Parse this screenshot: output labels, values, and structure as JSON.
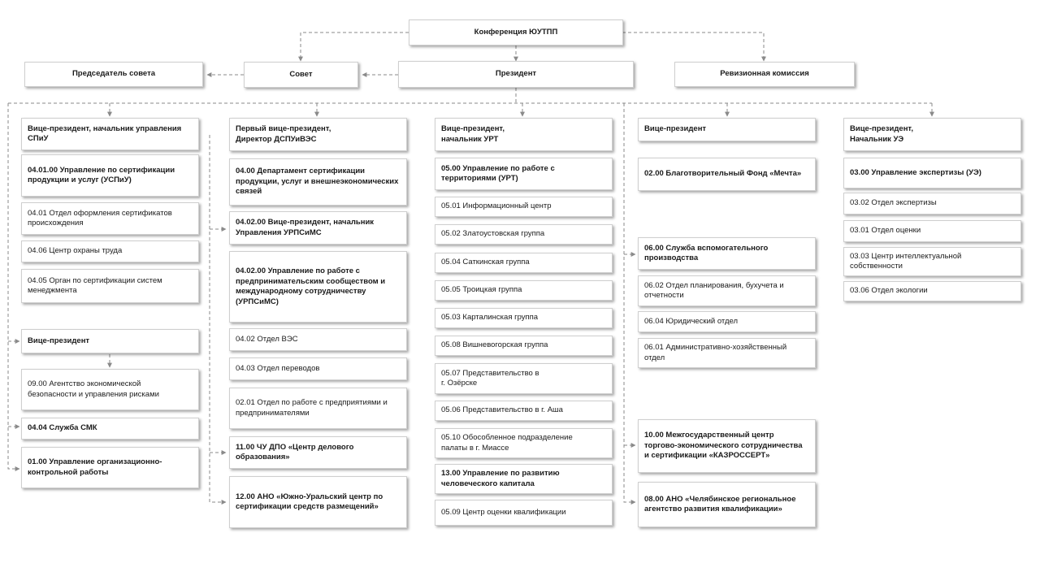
{
  "colors": {
    "line": "#8a8a8a",
    "box_border": "#cfcfcf",
    "text": "#1a1a1a"
  },
  "top": {
    "conference": "Конференция ЮУТПП",
    "chairman": "Председатель совета",
    "council": "Совет",
    "president": "Президент",
    "audit": "Ревизионная комиссия"
  },
  "col1": {
    "head": "Вице-президент, начальник управления\nСПиУ",
    "items": [
      "04.01.00 Управление по сертификации\nпродукции и услуг (УСПиУ)",
      "04.01 Отдел оформления сертификатов\nпроисхождения",
      "04.06 Центр охраны труда",
      "04.05 Орган по сертификации систем\nменеджмента"
    ],
    "vp2": "Вице-президент",
    "vp2_items": [
      "09.00 Агентство экономической\nбезопасности и управления рисками"
    ],
    "smk": "04.04 Служба СМК",
    "okr": "01.00 Управление организационно-\nконтрольной работы"
  },
  "col2": {
    "head": "Первый вице-президент,\nДиректор ДСПУиВЭС",
    "items": [
      "04.00 Департамент сертификации\nпродукции, услуг и внешнеэкономических\nсвязей",
      "04.02.00 Вице-президент, начальник\nУправления УРПСиМС",
      "04.02.00 Управление по работе с\nпредпринимательским сообществом и\nмеждународному сотрудничеству\n(УРПСиМС)",
      "04.02 Отдел ВЭС",
      "04.03 Отдел переводов",
      "02.01 Отдел по работе с предприятиями и\nпредпринимателями",
      "11.00 ЧУ ДПО «Центр делового\nобразования»",
      "12.00 АНО «Южно-Уральский центр по\nсертификации средств размещений»"
    ]
  },
  "col3": {
    "head": "Вице-президент,\nначальник УРТ",
    "items": [
      "05.00 Управление по работе с\nтерриториями (УРТ)",
      "05.01 Информационный центр",
      "05.02 Златоустовская группа",
      "05.04 Саткинская группа",
      "05.05 Троицкая группа",
      "05.03 Карталинская группа",
      "05.08 Вишневогорская группа",
      "05.07 Представительство в\nг. Озёрске",
      "05.06 Представительство в г. Аша",
      "05.10 Обособленное подразделение\nпалаты в г. Миассе",
      "13.00 Управление по развитию\nчеловеческого капитала",
      "05.09 Центр оценки квалификации"
    ]
  },
  "col4": {
    "head": "Вице-президент",
    "items": [
      "02.00 Благотворительный Фонд «Мечта»",
      "06.00 Служба вспомогательного\nпроизводства",
      "06.02 Отдел планирования, бухучета и\nотчетности",
      "06.04 Юридический отдел",
      "06.01 Административно-хозяйственный\nотдел",
      "10.00 Межгосударственный центр\nторгово-экономического сотрудничества\nи сертификации «КАЗРОССЕРТ»",
      "08.00 АНО «Челябинское региональное\nагентство развития квалификации»"
    ]
  },
  "col5": {
    "head": "Вице-президент,\nНачальник УЭ",
    "items": [
      "03.00 Управление экспертизы (УЭ)",
      "03.02 Отдел экспертизы",
      "03.01 Отдел оценки",
      "03.03 Центр интеллектуальной\nсобственности",
      "03.06 Отдел экологии"
    ]
  }
}
